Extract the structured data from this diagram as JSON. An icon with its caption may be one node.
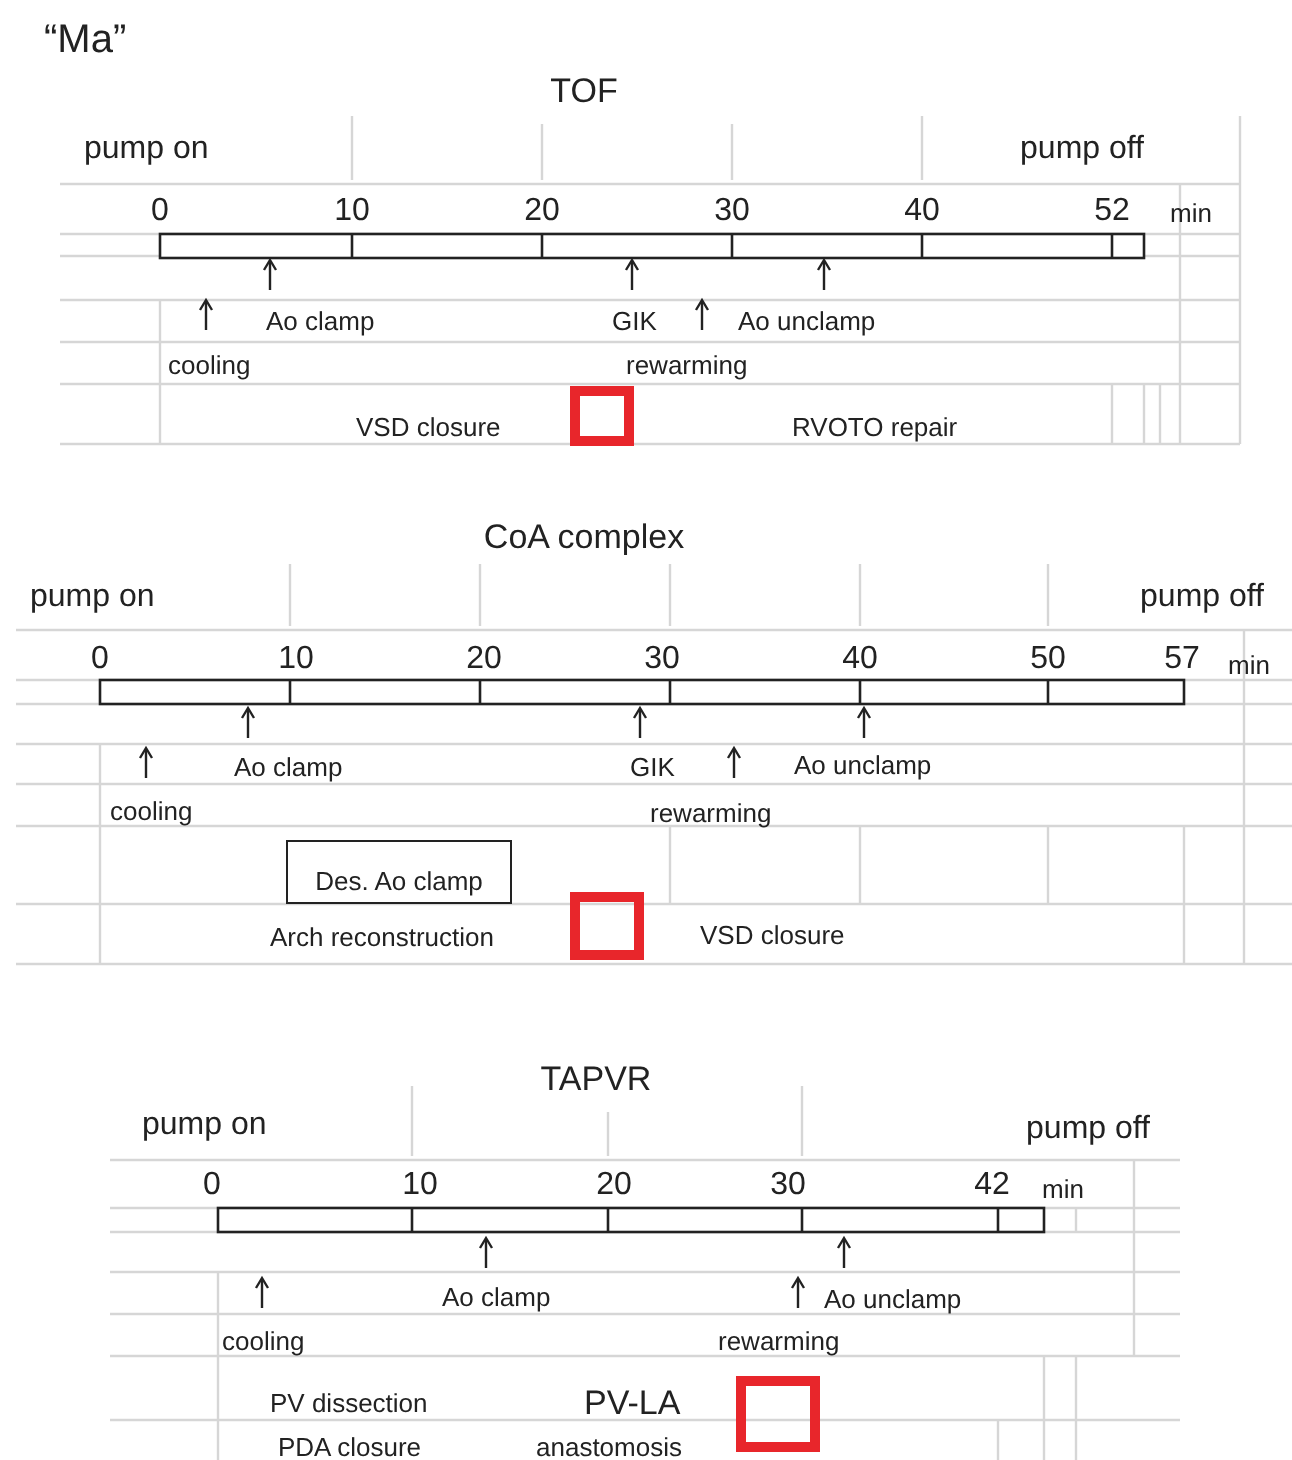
{
  "diagram": {
    "nodes": [
      {
        "text": [],
        "shape": "box"
      },
      {
        "text": [
          "Des. Ao clamp"
        ]
      },
      {
        "text": [],
        "shape": "box"
      },
      {
        "text": [],
        "shape": "box"
      }
    ],
    "labels": [
      "“Ma”",
      "TOF",
      "pump on",
      "pump off",
      "0",
      "10",
      "20",
      "30",
      "40",
      "52",
      "min",
      "Ao clamp",
      "GIK",
      "Ao unclamp",
      "cooling",
      "rewarming",
      "VSD closure",
      "RVOTO repair",
      "CoA complex",
      "pump on",
      "pump off",
      "0",
      "10",
      "20",
      "30",
      "40",
      "50",
      "57",
      "min",
      "Ao clamp",
      "GIK",
      "Ao unclamp",
      "cooling",
      "rewarming",
      "Arch reconstruction",
      "VSD closure",
      "TAPVR",
      "pump on",
      "pump off",
      "0",
      "10",
      "20",
      "30",
      "42",
      "min",
      "Ao clamp",
      "Ao unclamp",
      "cooling",
      "rewarming",
      "PV dissection",
      "PV-LA",
      "PDA closure",
      "anastomosis"
    ]
  }
}
